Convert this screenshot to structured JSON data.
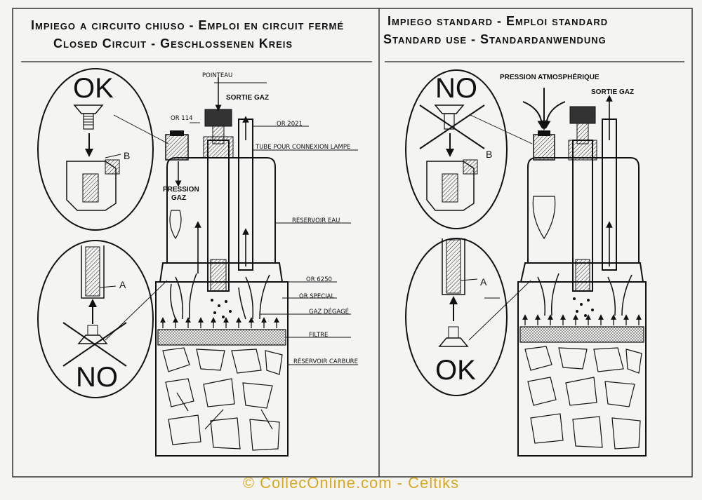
{
  "left_panel": {
    "title_line1": "Impiego a circuito chiuso - Emploi en circuit fermé",
    "title_line2": "Closed Circuit - Geschlossenen Kreis",
    "top_oval_verdict": "OK",
    "top_oval_letter": "B",
    "bottom_oval_verdict": "NO",
    "bottom_oval_letter": "A",
    "labels": {
      "pointeau": "POINTEAU",
      "sortie_gaz": "SORTIE GAZ",
      "or114": "OR 114",
      "or2021": "OR 2021",
      "tube": "TUBE POUR CONNEXION LAMPE",
      "pression_gaz_1": "PRESSION",
      "pression_gaz_2": "GAZ",
      "reservoir_eau": "RÉSERVOIR EAU",
      "or6250": "OR 6250",
      "or_special": "OR SPECIAL",
      "gaz_degage": "GAZ DÉGAGÉ",
      "filtre": "FILTRE",
      "reservoir_carbure": "RÉSERVOIR CARBURE"
    }
  },
  "right_panel": {
    "title_line1": "Impiego standard - Emploi standard",
    "title_line2": "Standard use - Standardanwendung",
    "top_oval_verdict": "NO",
    "top_oval_letter": "B",
    "bottom_oval_verdict": "OK",
    "bottom_oval_letter": "A",
    "labels": {
      "pression_atm": "PRESSION ATMOSPHÉRIQUE",
      "sortie_gaz": "SORTIE GAZ"
    }
  },
  "footer": "© CollecOnline.com - Celtiks"
}
